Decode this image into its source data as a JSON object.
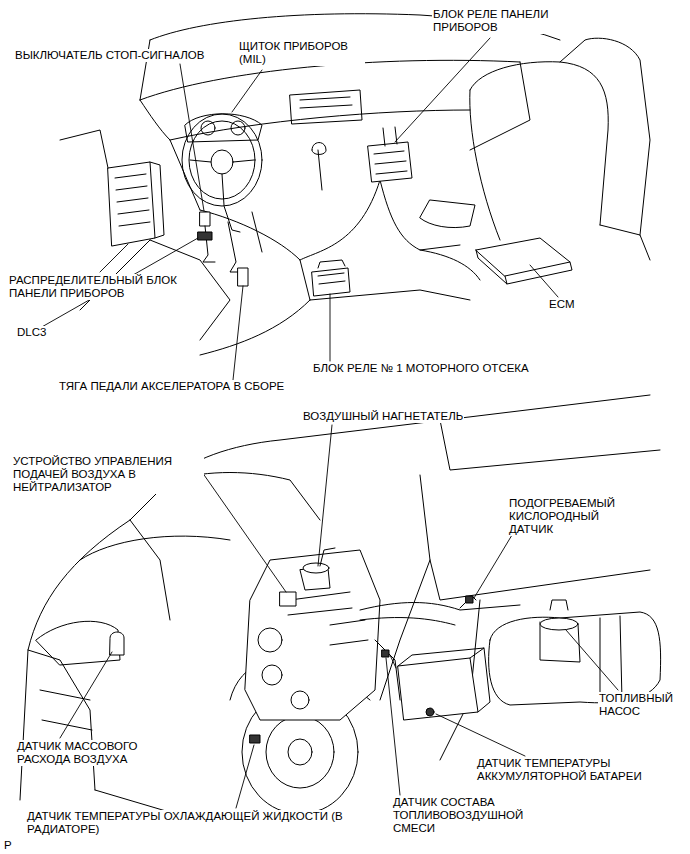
{
  "diagram": {
    "labels": [
      "ВЫКЛЮЧАТЕЛЬ СТОП-СИГНАЛОВ",
      "ЩИТОК ПРИБОРОВ (MIL)",
      "БЛОК РЕЛЕ ПАНЕЛИ ПРИБОРОВ",
      "РАСПРЕДЕЛИТЕЛЬНЫЙ БЛОК ПАНЕЛИ ПРИБОРОВ",
      "ECM",
      "DLC3",
      "БЛОК РЕЛЕ № 1 МОТОРНОГО ОТСЕКА",
      "ТЯГА ПЕДАЛИ АКСЕЛЕРАТОРА В СБОРЕ",
      "ВОЗДУШНЫЙ НАГНЕТАТЕЛЬ",
      "УСТРОЙСТВО УПРАВЛЕНИЯ ПОДАЧЕЙ ВОЗДУХА В НЕЙТРАЛИЗАТОР",
      "ПОДОГРЕВАЕМЫЙ КИСЛОРОДНЫЙ ДАТЧИК",
      "ТОПЛИВНЫЙ НАСОС",
      "ДАТЧИК МАССОВОГО РАСХОДА ВОЗДУХА",
      "ДАТЧИК ТЕМПЕРАТУРЫ АККУМУЛЯТОРНОЙ БАТАРЕИ",
      "ДАТЧИК ТЕМПЕРАТУРЫ ОХЛАЖДАЮЩЕЙ ЖИДКОСТИ (В РАДИАТОРЕ)",
      "ДАТЧИК СОСТАВА ТОПЛИВОВОЗДУШНОЙ СМЕСИ",
      "P"
    ]
  }
}
